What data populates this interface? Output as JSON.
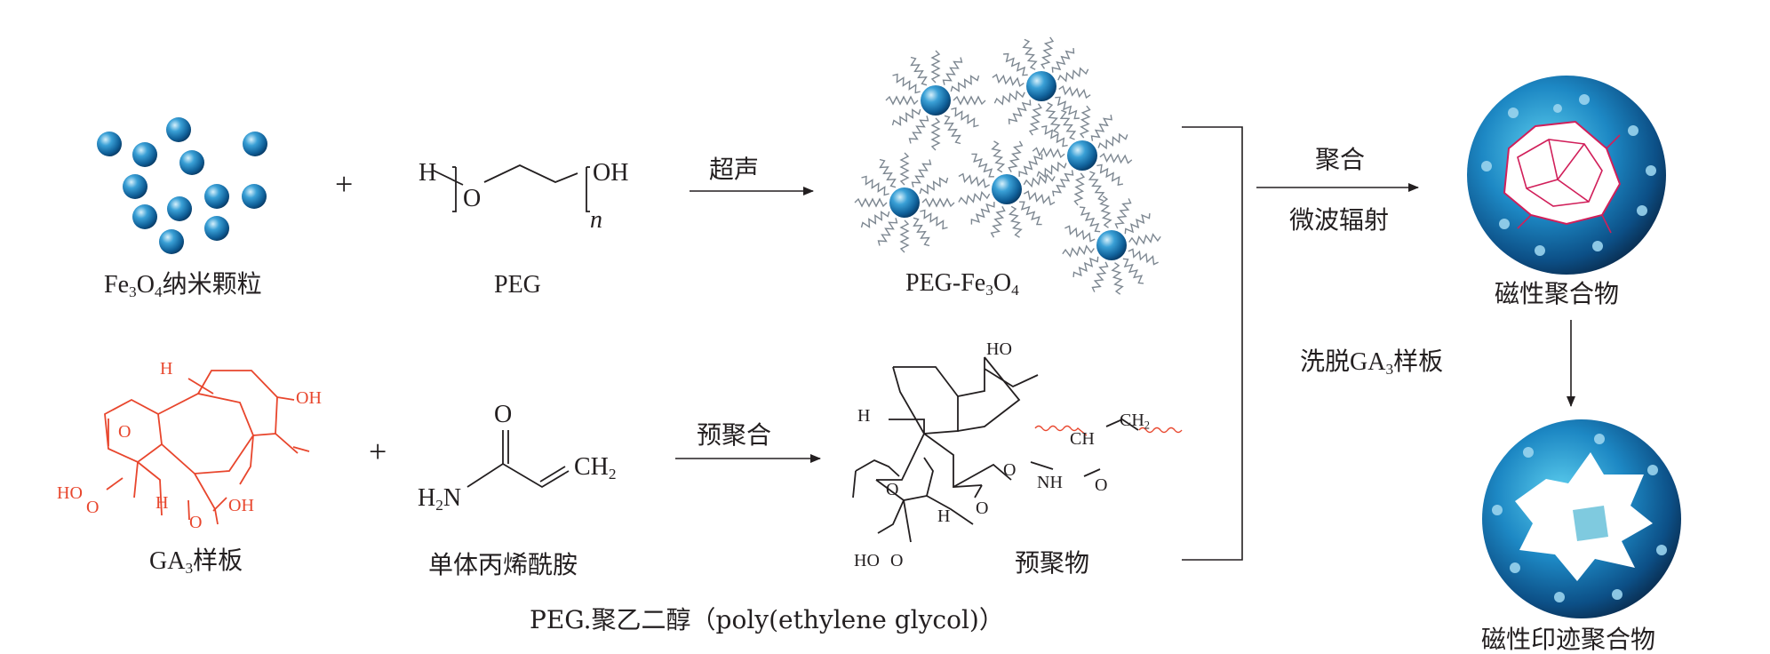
{
  "labels": {
    "fe3o4_np": [
      "Fe",
      "3",
      "O",
      "4",
      "纳米颗粒"
    ],
    "peg": "PEG",
    "peg_fe3o4": [
      "PEG-Fe",
      "3",
      "O",
      "4"
    ],
    "ga3_template": [
      "GA",
      "3",
      "样板"
    ],
    "monomer": "单体丙烯酰胺",
    "prepolymer": "预聚物",
    "magnetic_polymer": "磁性聚合物",
    "magnetic_imprinted_polymer": "磁性印迹聚合物",
    "footnote": "PEG.聚乙二醇（poly(ethylene glycol)）"
  },
  "arrows": {
    "ultrasound": "超声",
    "prepolymerization": "预聚合",
    "polymerization": "聚合",
    "microwave": "微波辐射",
    "elute": [
      "洗脱GA",
      "3",
      "样板"
    ]
  },
  "operators": {
    "plus": "+"
  },
  "chem": {
    "peg_h": "H",
    "peg_o": "O",
    "peg_oh": "OH",
    "peg_n": "n",
    "ga_h_top": "H",
    "ga_oh": "OH",
    "ga_ho": "HO",
    "ga_o_ring": "O",
    "ga_o_lactone": "O",
    "ga_h_bottom": "H",
    "ga_cooh": "OH",
    "ga_carbonyl_o": "O",
    "am_o": "O",
    "am_h2n": [
      "H",
      "2",
      "N"
    ],
    "am_ch2": [
      "CH",
      "2"
    ],
    "pp_ho_top": "HO",
    "pp_h": "H",
    "pp_o_ring": "O",
    "pp_ho_bottom": "HO",
    "pp_o_bottom": "O",
    "pp_h2": "H",
    "pp_o_ester": "O",
    "pp_o_carbonyl": "O",
    "pp_nh": "NH",
    "pp_o_amide": "O",
    "pp_ch": "CH",
    "pp_ch2": [
      "CH",
      "2"
    ]
  },
  "colors": {
    "template_red": "#e8462d",
    "sphere_blue": "#1f78b4",
    "text": "#231f20"
  }
}
